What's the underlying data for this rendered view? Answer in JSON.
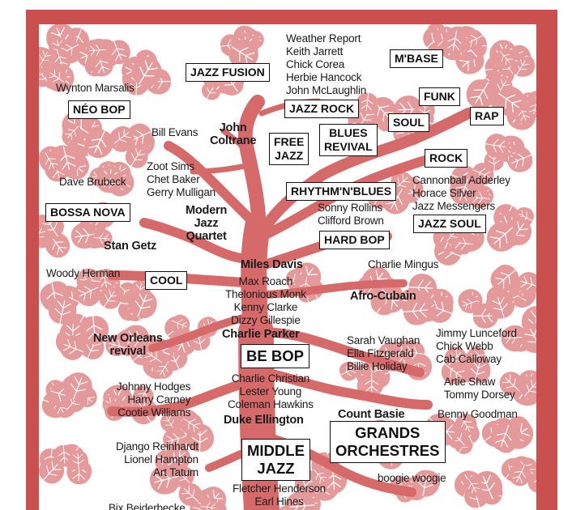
{
  "colors": {
    "frame": "#c9504f",
    "tree": "#d66a6a",
    "leaf": "#e49a9a",
    "leaf_vein": "#ffffff",
    "text": "#1a1a1a"
  },
  "genres": {
    "jazz_fusion": "JAZZ FUSION",
    "mbase": "M'BASE",
    "neo_bop": "NÉO BOP",
    "jazz_rock": "JAZZ ROCK",
    "funk": "FUNK",
    "soul": "SOUL",
    "rap": "RAP",
    "free_jazz": "FREE\nJAZZ",
    "blues_revival": "BLUES\nREVIVAL",
    "rock": "ROCK",
    "rhythm_blues": "RHYTHM'N'BLUES",
    "bossa_nova": "BOSSA NOVA",
    "jazz_soul": "JAZZ SOUL",
    "hard_bop": "HARD BOP",
    "cool": "COOL",
    "be_bop": "BE BOP",
    "grands_orchestres": "GRANDS\nORCHESTRES",
    "middle_jazz": "MIDDLE\nJAZZ"
  },
  "bold_names": {
    "john_coltrane": "John\nColtrane",
    "modern_jazz_quartet": "Modern\nJazz\nQuartet",
    "stan_getz": "Stan Getz",
    "miles_davis": "Miles Davis",
    "afro_cubain": "Afro-Cubain",
    "new_orleans_revival": "New Orleans\nrevival",
    "charlie_parker": "Charlie Parker",
    "count_basie": "Count Basie",
    "duke_ellington": "Duke Ellington"
  },
  "artists": {
    "fusion_group": "Weather Report\nKeith Jarrett\nChick Corea\nHerbie Hancock\nJohn McLaughlin",
    "wynton_marsalis": "Wynton Marsalis",
    "bill_evans": "Bill Evans",
    "cool_west": "Zoot Sims\nChet Baker\nGerry Mulligan",
    "dave_brubeck": "Dave Brubeck",
    "jazz_soul_group": "Cannonball Adderley\nHorace Silver\nJazz Messengers",
    "hard_bop_group": "Sonny Rollins\nClifford Brown",
    "charlie_mingus": "Charlie Mingus",
    "woody_herman": "Woody Herman",
    "bop_group": "Max Roach\nThelonious Monk\nKenny Clarke\nDizzy Gillespie",
    "vocal_group": "Sarah Vaughan\nElla Fitzgerald\nBillie Holiday",
    "swing_bands": "Jimmy Lunceford\nChick Webb\nCab Calloway",
    "swing_group": "Charlie Christian\nLester Young\nColeman Hawkins",
    "ellington_group": "Johnny Hodges\nHarry Carney\nCootie Williams",
    "shaw_dorsey": "Artie Shaw\nTommy Dorsey",
    "benny_goodman": "Benny Goodman",
    "middle_group": "Django Reinhardt\nLionel Hampton\nArt Tatum",
    "boogie_woogie": "boogie woogie",
    "roots_group": "Fletcher Henderson\nEarl Hines",
    "bix": "Bix Beiderbecke"
  }
}
